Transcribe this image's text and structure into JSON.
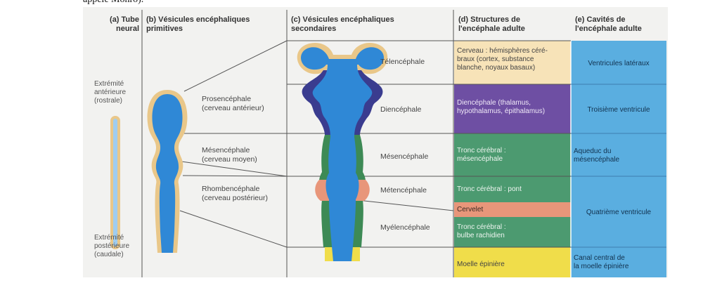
{
  "top_text": "appelé Monro).",
  "headers": {
    "a": "(a) Tube\nneural",
    "b": "(b) Vésicules encéphaliques\nprimitives",
    "c": "(c) Vésicules encéphaliques\nsecondaires",
    "d": "(d) Structures de\nl'encéphale adulte",
    "e": "(e) Cavités de\nl'encéphale adulte"
  },
  "tube_labels": {
    "anterior": "Extrémité\nantérieure\n(rostrale)",
    "posterior": "Extrémité\npostérieure\n(caudale)"
  },
  "primitive_vesicles": [
    {
      "name": "Prosencéphale",
      "sub": "(cerveau antérieur)"
    },
    {
      "name": "Mésencéphale",
      "sub": "(cerveau moyen)"
    },
    {
      "name": "Rhombencéphale",
      "sub": "(cerveau postérieur)"
    }
  ],
  "secondary_vesicles": [
    "Télencéphale",
    "Diencéphale",
    "Mésencéphale",
    "Métencéphale",
    "Myélencéphale"
  ],
  "adult_structures": [
    {
      "text": "Cerveau : hémisphères céré-\nbraux (cortex, substance\nblanche, noyaux basaux)",
      "color": "#f7e3b8"
    },
    {
      "text": "Diencéphale (thalamus,\nhypothalamus, épithalamus)",
      "color": "#6e4fa3"
    },
    {
      "text": "Tronc cérébral :\nmésencéphale",
      "color": "#4c9a70"
    },
    {
      "text": "Tronc cérébral : pont",
      "color": "#4c9a70"
    },
    {
      "text": "Cervelet",
      "color": "#e8967a"
    },
    {
      "text": "Tronc cérébral :\nbulbe rachidien",
      "color": "#4c9a70"
    },
    {
      "text": "Moelle épinière",
      "color": "#f0dd4a"
    }
  ],
  "adult_cavities": [
    {
      "text": "Ventricules latéraux"
    },
    {
      "text": "Troisième ventricule"
    },
    {
      "text": "Aqueduc du\nmésencéphale"
    },
    {
      "text": "Quatrième ventricule"
    },
    {
      "text": "Canal central de\nla moelle épinière"
    }
  ],
  "colors": {
    "cavity_blue": "#5aaee0",
    "neural_blue": "#2f88d6",
    "wall_tan": "#e9c789",
    "purple": "#6e4fa3",
    "green": "#4c9a70",
    "salmon": "#e8967a",
    "yellow": "#f0dd4a"
  }
}
